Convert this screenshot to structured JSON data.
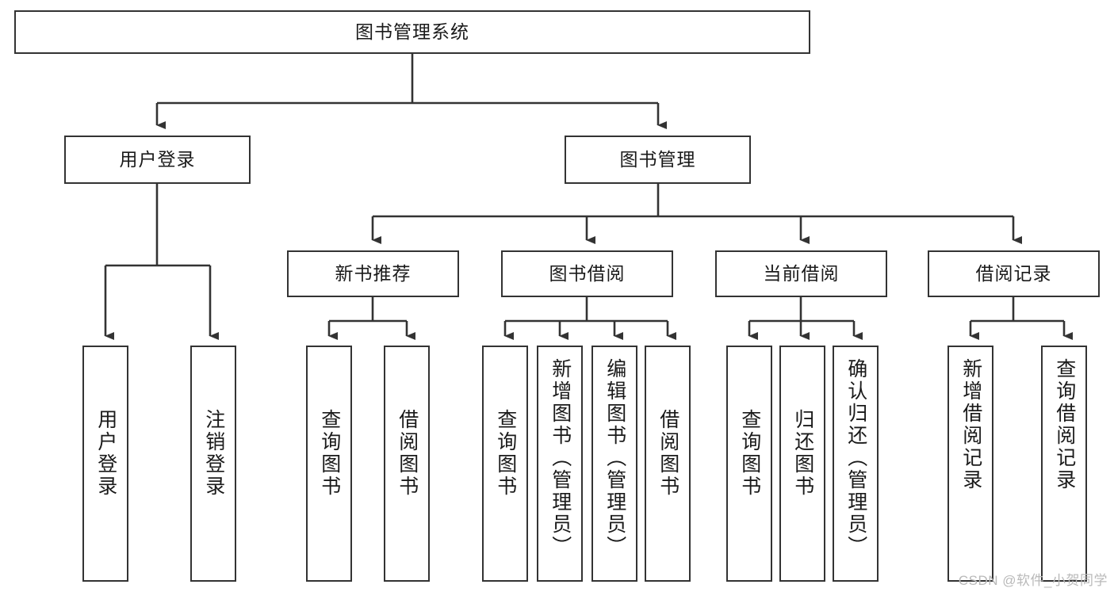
{
  "diagram": {
    "type": "tree",
    "title": "图书管理系统",
    "orientation": "top-down",
    "root": {
      "id": "root",
      "label": "图书管理系统"
    },
    "level2": [
      {
        "id": "user-login",
        "label": "用户登录"
      },
      {
        "id": "book-management",
        "label": "图书管理"
      }
    ],
    "level3": [
      {
        "id": "new-book-recommend",
        "label": "新书推荐",
        "parent": "book-management"
      },
      {
        "id": "book-borrow",
        "label": "图书借阅",
        "parent": "book-management"
      },
      {
        "id": "current-borrow",
        "label": "当前借阅",
        "parent": "book-management"
      },
      {
        "id": "borrow-record",
        "label": "借阅记录",
        "parent": "book-management"
      }
    ],
    "leaves": [
      {
        "id": "leaf-user-login",
        "label": "用户登录",
        "parent": "user-login"
      },
      {
        "id": "leaf-logout-login",
        "label": "注销登录",
        "parent": "user-login"
      },
      {
        "id": "leaf-query-book-1",
        "label": "查询图书",
        "parent": "new-book-recommend"
      },
      {
        "id": "leaf-borrow-book-1",
        "label": "借阅图书",
        "parent": "new-book-recommend"
      },
      {
        "id": "leaf-query-book-2",
        "label": "查询图书",
        "parent": "book-borrow"
      },
      {
        "id": "leaf-add-book",
        "label": "新增图书（管理员）",
        "parent": "book-borrow"
      },
      {
        "id": "leaf-edit-book",
        "label": "编辑图书（管理员）",
        "parent": "book-borrow"
      },
      {
        "id": "leaf-borrow-book-2",
        "label": "借阅图书",
        "parent": "book-borrow"
      },
      {
        "id": "leaf-query-book-3",
        "label": "查询图书",
        "parent": "current-borrow"
      },
      {
        "id": "leaf-return-book",
        "label": "归还图书",
        "parent": "current-borrow"
      },
      {
        "id": "leaf-confirm-return",
        "label": "确认归还（管理员）",
        "parent": "current-borrow"
      },
      {
        "id": "leaf-add-record",
        "label": "新增借阅记录",
        "parent": "borrow-record"
      },
      {
        "id": "leaf-query-record",
        "label": "查询借阅记录",
        "parent": "borrow-record"
      }
    ],
    "colors": {
      "box_border": "#333333",
      "box_fill": "#ffffff",
      "connector": "#333333",
      "text": "#1a1a1a",
      "watermark": "#b9b9b9"
    }
  },
  "watermark": {
    "text": "CSDN @软件_小贺同学"
  }
}
